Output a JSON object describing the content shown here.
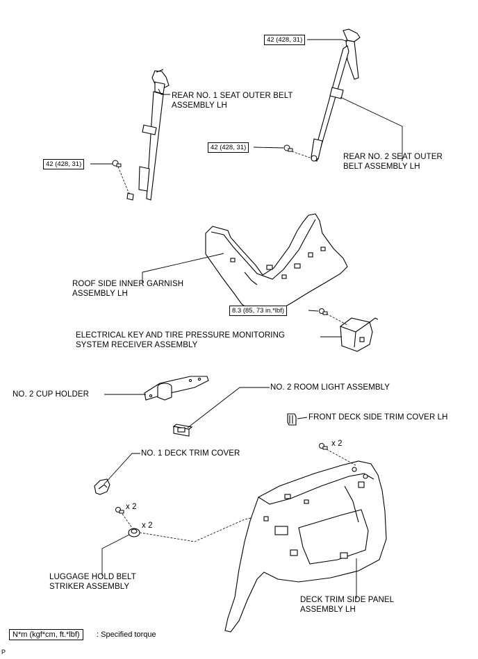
{
  "labels": {
    "rear_no1_belt": [
      "REAR NO. 1 SEAT OUTER BELT",
      "ASSEMBLY LH"
    ],
    "rear_no2_belt": [
      "REAR NO. 2 SEAT OUTER",
      "BELT ASSEMBLY LH"
    ],
    "roof_garnish": [
      "ROOF SIDE INNER GARNISH",
      "ASSEMBLY LH"
    ],
    "key_receiver": [
      "ELECTRICAL KEY AND TIRE PRESSURE MONITORING",
      "SYSTEM RECEIVER ASSEMBLY"
    ],
    "cup_holder": "NO. 2 CUP HOLDER",
    "room_light": "NO. 2 ROOM LIGHT ASSEMBLY",
    "front_deck_cover": "FRONT DECK SIDE TRIM COVER LH",
    "deck_trim_cover": "NO. 1 DECK TRIM COVER",
    "luggage_striker": [
      "LUGGAGE HOLD BELT",
      "STRIKER ASSEMBLY"
    ],
    "deck_panel": [
      "DECK TRIM SIDE PANEL",
      "ASSEMBLY LH"
    ]
  },
  "torques": {
    "no2_top": "42 (428, 31)",
    "no2_bottom": "42 (428, 31)",
    "no1_bottom": "42 (428, 31)",
    "receiver": "8.3 (85, 73 in.*lbf)"
  },
  "quantities": {
    "panel_clips": "x 2",
    "striker_bolts": "x 2",
    "striker_nuts": "x 2"
  },
  "legend": {
    "unit": "N*m (kgf*cm, ft.*lbf)",
    "meaning": ": Specified torque"
  },
  "corner_mark": "P"
}
